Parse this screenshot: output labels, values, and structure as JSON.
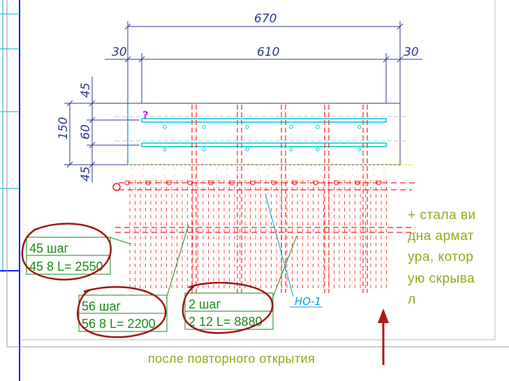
{
  "dimensions": {
    "overall": "670",
    "left_offset": "30",
    "middle": "610",
    "right_offset": "30",
    "height_total": "150",
    "top_gap": "45",
    "middle_gap": "60",
    "bottom_gap": "45"
  },
  "callouts": [
    {
      "line1": "45 шаг",
      "line2": "45 8 L= 2550"
    },
    {
      "line1": "56 шаг",
      "line2": "56 8 L= 2200"
    },
    {
      "line1": "2 шаг",
      "line2": "2 12 L= 8880"
    }
  ],
  "marker": "НО-1",
  "annotation": {
    "lines": [
      "+ стала ви",
      "дна  армат",
      "ура, котор",
      "ую скрыва",
      "л"
    ],
    "caption": "после повторного открытия"
  },
  "colors": {
    "dimension": "#2b3a8f",
    "rebar": "#ff1a1a",
    "rebar_dark": "#b01818",
    "cyan": "#00c8d2",
    "magenta": "#e020e0",
    "callout_text": "#1a8a1a",
    "circle": "#a01515",
    "annotation": "#9aa51c",
    "frame": "#1a1aff"
  }
}
